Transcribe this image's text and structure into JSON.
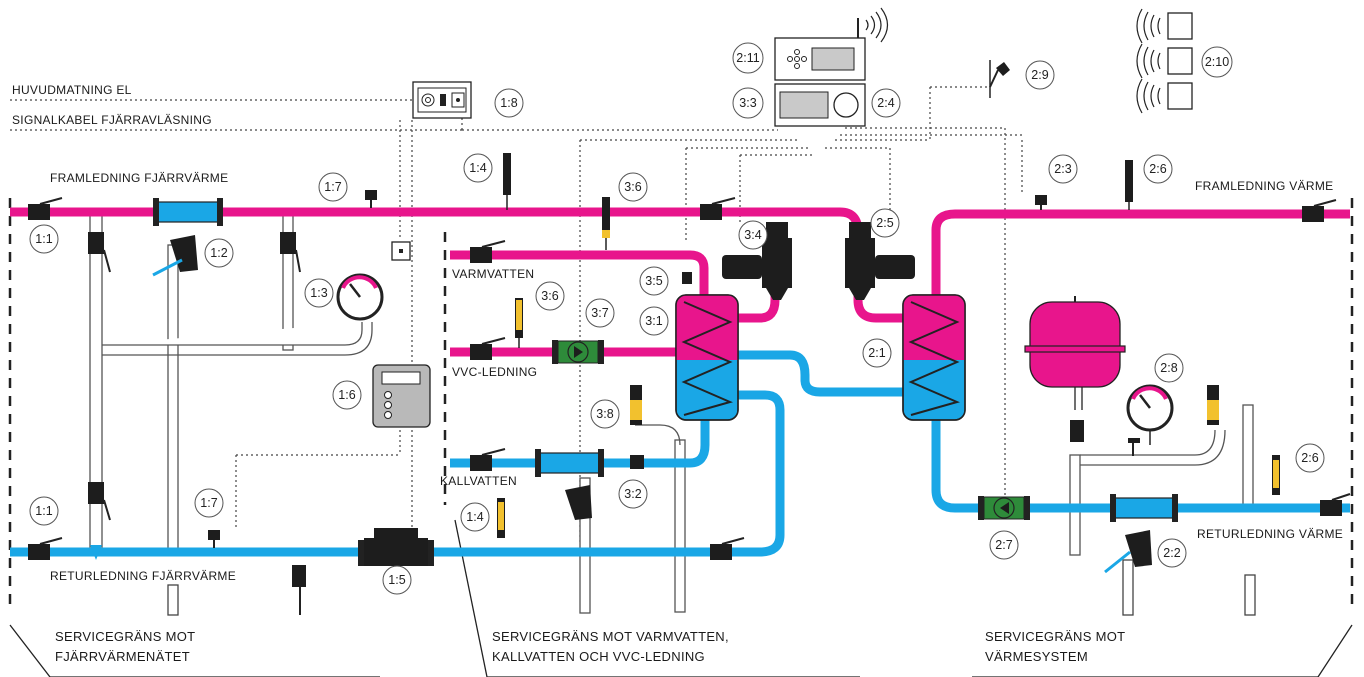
{
  "labels": {
    "huvudmatning": "HUVUDMATNING EL",
    "signalkabel": "SIGNALKABEL FJÄRRAVLÄSNING",
    "framledning_fjarr": "FRAMLEDNING FJÄRRVÄRME",
    "returledning_fjarr": "RETURLEDNING FJÄRRVÄRME",
    "framledning_varme": "FRAMLEDNING VÄRME",
    "returledning_varme": "RETURLEDNING VÄRME",
    "varmvatten": "VARMVATTEN",
    "vvc": "VVC-LEDNING",
    "kallvatten": "KALLVATTEN",
    "servicegrans_1a": "SERVICEGRÄNS MOT",
    "servicegrans_1b": "FJÄRRVÄRMENÄTET",
    "servicegrans_2a": "SERVICEGRÄNS MOT VARMVATTEN,",
    "servicegrans_2b": "KALLVATTEN OCH VVC-LEDNING",
    "servicegrans_3a": "SERVICEGRÄNS MOT",
    "servicegrans_3b": "VÄRMESYSTEM"
  },
  "tags": {
    "t11a": "1:1",
    "t11b": "1:1",
    "t12": "1:2",
    "t13": "1:3",
    "t14a": "1:4",
    "t14b": "1:4",
    "t15": "1:5",
    "t16": "1:6",
    "t17a": "1:7",
    "t17b": "1:7",
    "t18": "1:8",
    "t21a": "2:1",
    "t22": "2:2",
    "t23": "2:3",
    "t24": "2:4",
    "t25": "2:5",
    "t26a": "2:6",
    "t26b": "2:6",
    "t27": "2:7",
    "t28": "2:8",
    "t29": "2:9",
    "t210": "2:10",
    "t211": "2:11",
    "t31": "3:1",
    "t32": "3:2",
    "t33": "3:3",
    "t34": "3:4",
    "t35": "3:5",
    "t36a": "3:6",
    "t36b": "3:6",
    "t37": "3:7",
    "t38": "3:8"
  },
  "colors": {
    "hot_pipe": "#e8158c",
    "cold_pipe": "#1aa7e6",
    "pump_green": "#2e8b3a",
    "sensor_yellow": "#f2c12e",
    "controller_gray": "#b9b9b9"
  }
}
